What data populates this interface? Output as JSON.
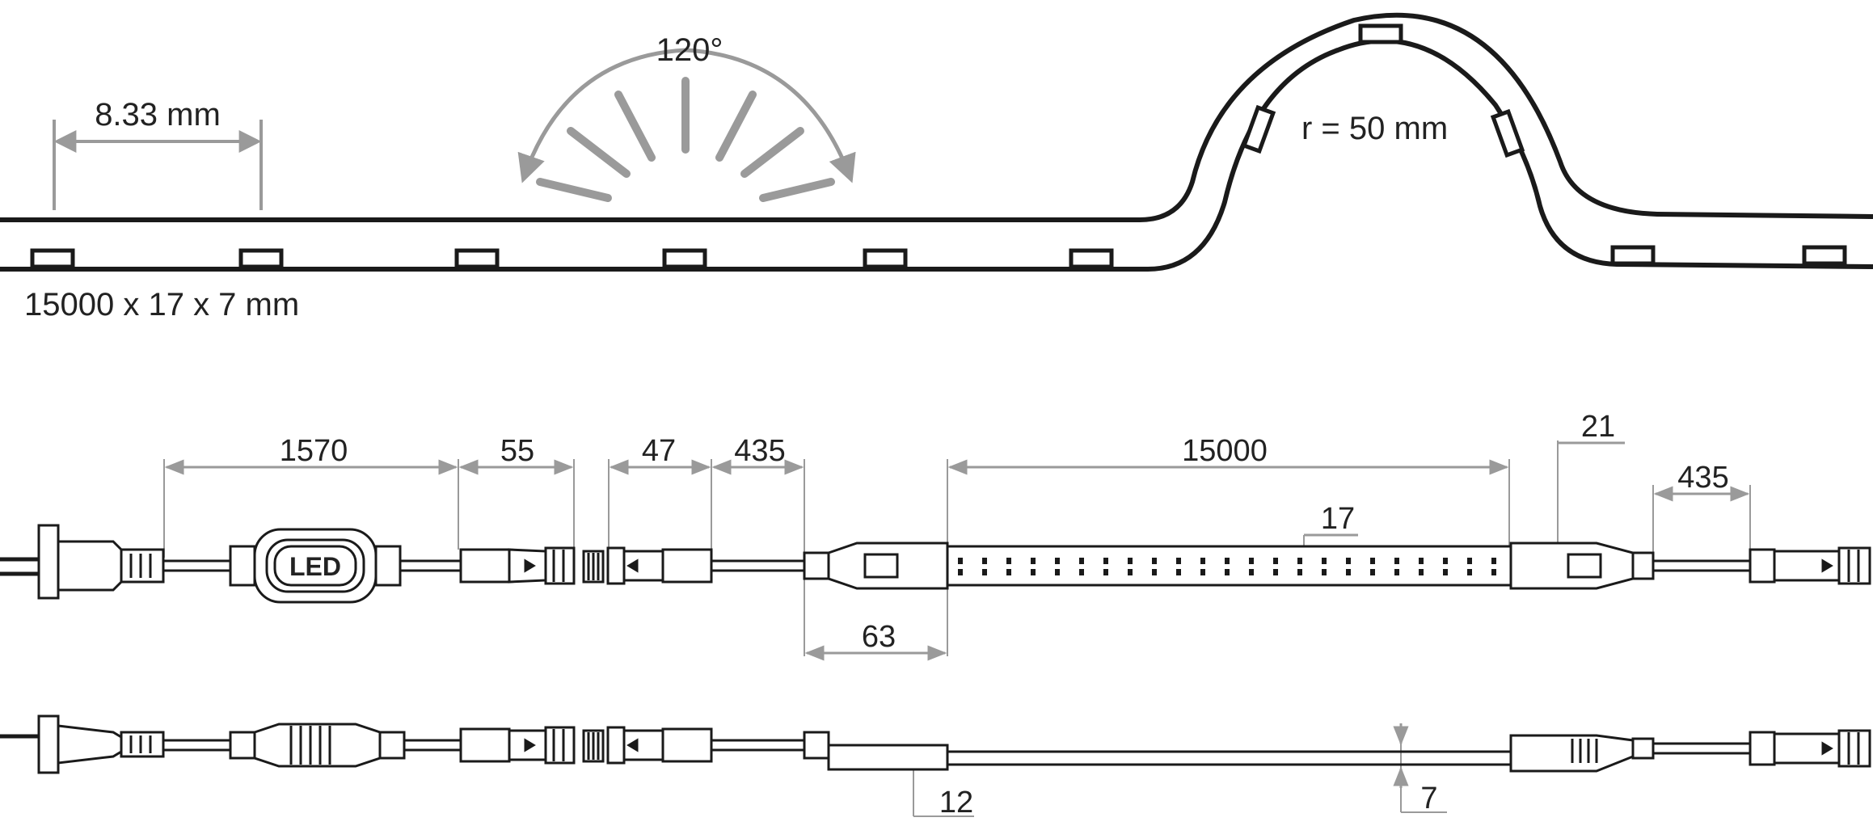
{
  "diagram": {
    "pitch_label": "8.33 mm",
    "angle_label": "120°",
    "radius_label": "r = 50 mm",
    "size_label": "15000 x 17 x 7 mm",
    "dims": {
      "cable_length": "1570",
      "connector_a": "55",
      "connector_b": "47",
      "lead_left": "435",
      "strip_length": "15000",
      "end_cap_height": "21",
      "lead_right": "435",
      "strip_width": "17",
      "end_cap_length": "63",
      "cap_thickness": "12",
      "strip_thickness": "7"
    },
    "controller_label": "LED"
  },
  "colors": {
    "line": "#1a1a1a",
    "dimension": "#9a9a9a",
    "text": "#222222"
  }
}
